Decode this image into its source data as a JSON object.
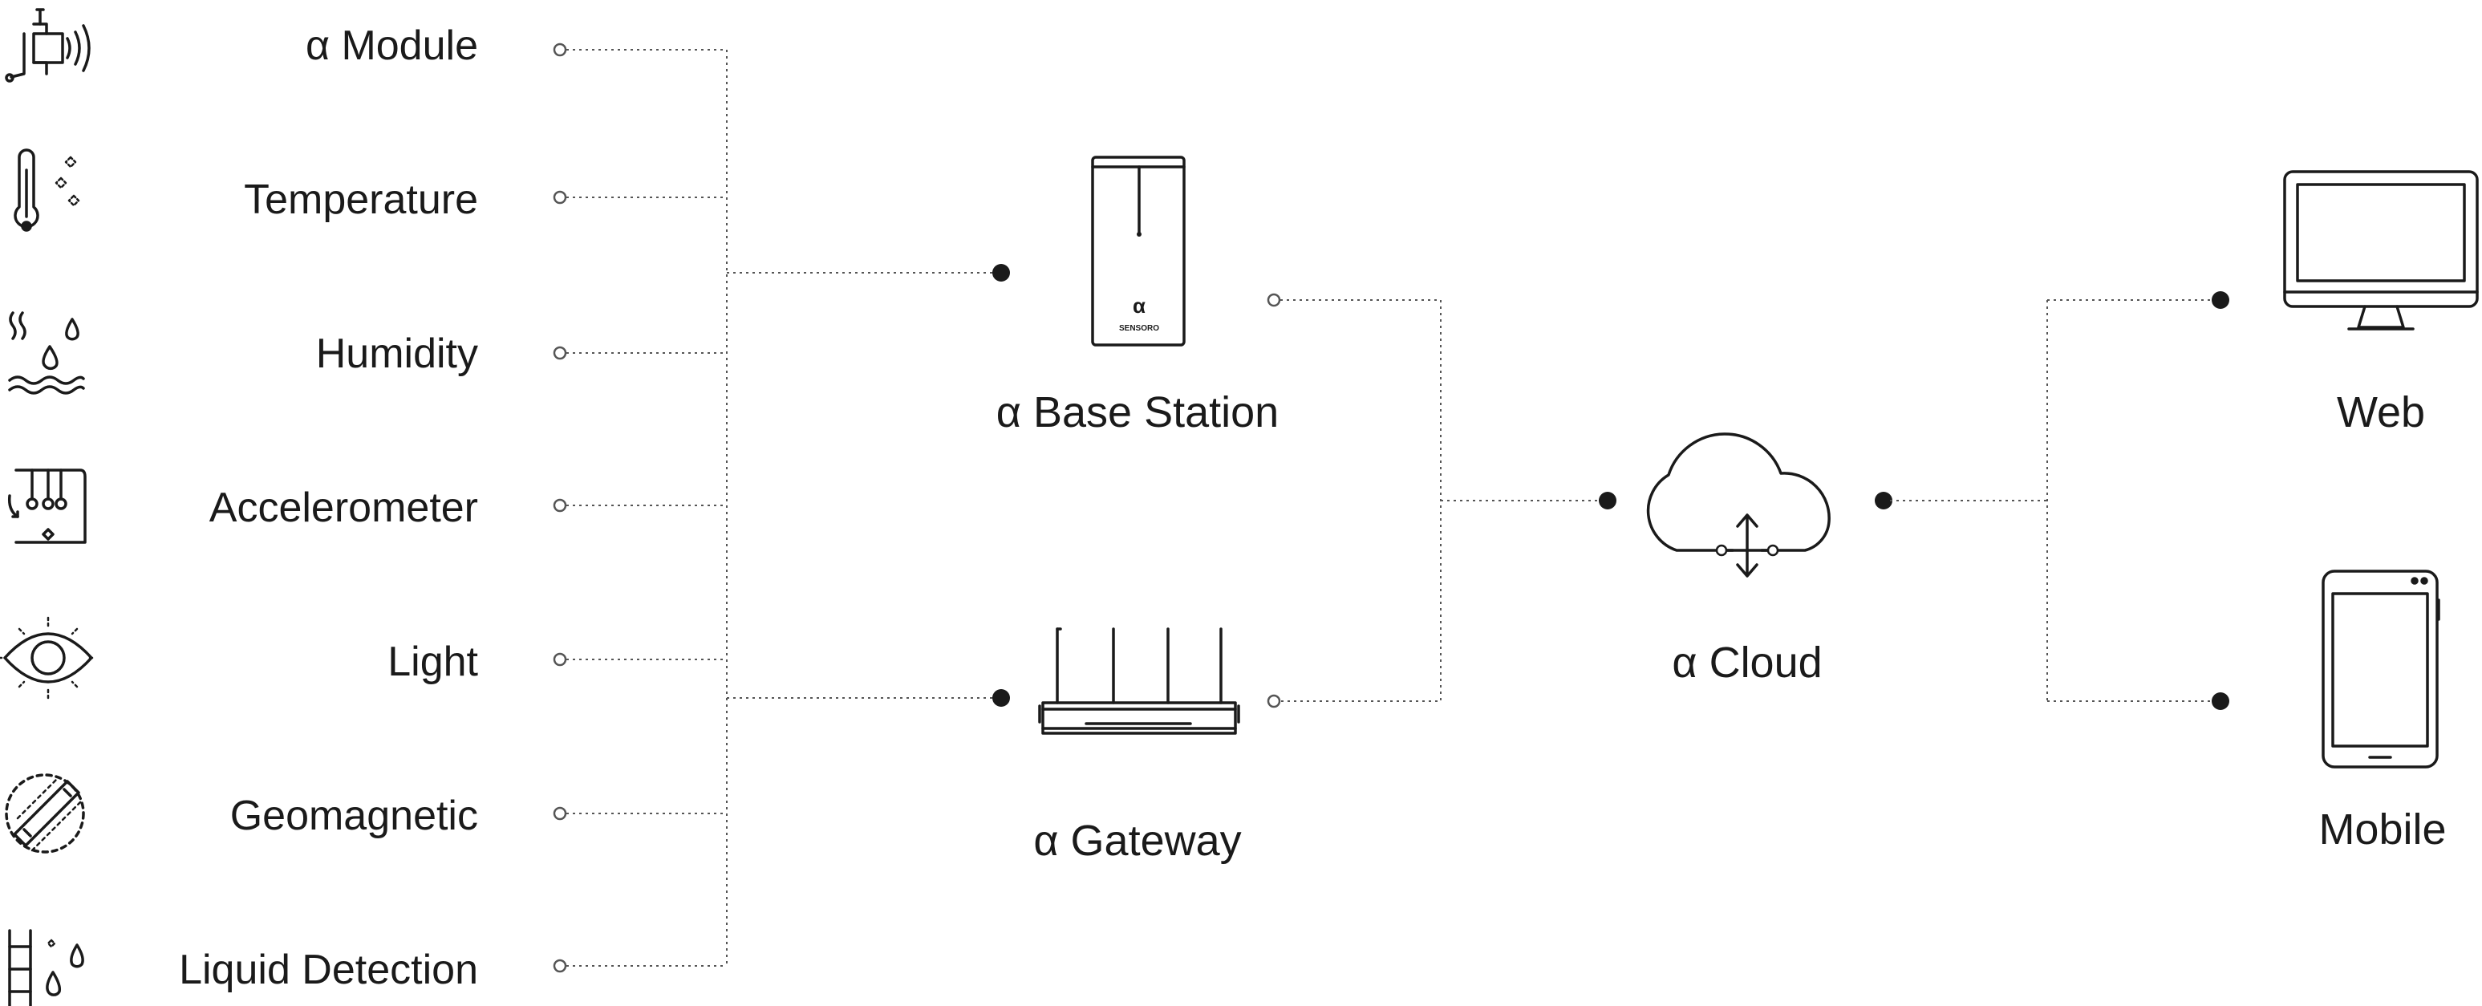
{
  "sensors": [
    {
      "label": "α Module",
      "icon": "module-icon"
    },
    {
      "label": "Temperature",
      "icon": "thermometer-icon"
    },
    {
      "label": "Humidity",
      "icon": "humidity-icon"
    },
    {
      "label": "Accelerometer",
      "icon": "accelerometer-icon"
    },
    {
      "label": "Light",
      "icon": "eye-icon"
    },
    {
      "label": "Geomagnetic",
      "icon": "geomagnetic-icon"
    },
    {
      "label": "Liquid Detection",
      "icon": "liquid-detection-icon"
    }
  ],
  "base_station": {
    "label": "α Base Station",
    "icon": "base-station-icon",
    "device_mark": "α",
    "device_brand": "SENSORO"
  },
  "gateway": {
    "label": "α Gateway",
    "icon": "router-icon"
  },
  "cloud": {
    "label": "α Cloud",
    "icon": "cloud-icon"
  },
  "web": {
    "label": "Web",
    "icon": "monitor-icon"
  },
  "mobile": {
    "label": "Mobile",
    "icon": "phone-icon"
  }
}
